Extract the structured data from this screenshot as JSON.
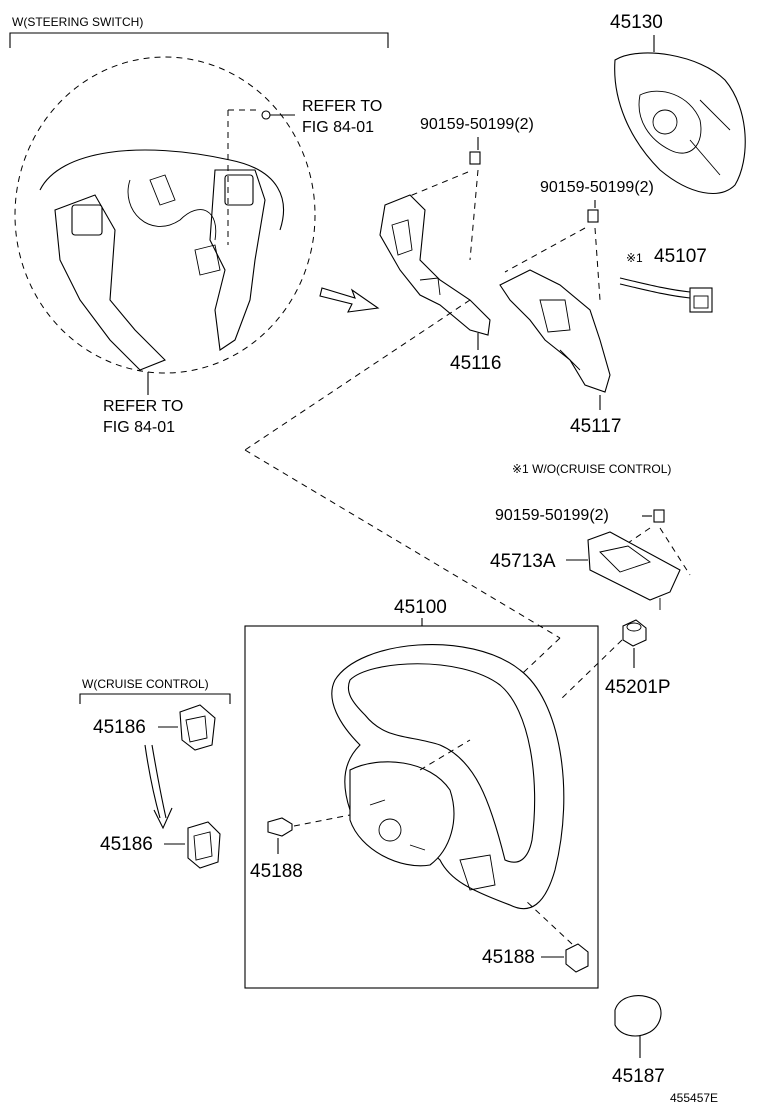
{
  "labels": {
    "steering_switch_header": "W(STEERING SWITCH)",
    "refer_top_1": "REFER TO",
    "refer_top_2": "FIG 84-01",
    "refer_bottom_1": "REFER TO",
    "refer_bottom_2": "FIG 84-01",
    "cruise_header": "W(CRUISE CONTROL)",
    "wo_cruise_note": "※1 W/O(CRUISE CONTROL)",
    "note_mark": "※1",
    "figure_id": "455457E"
  },
  "parts": {
    "p45130": "45130",
    "screw_a": "90159-50199(2)",
    "screw_b": "90159-50199(2)",
    "screw_c": "90159-50199(2)",
    "p45107": "45107",
    "p45116": "45116",
    "p45117": "45117",
    "p45713a": "45713A",
    "p45100": "45100",
    "p45201p": "45201P",
    "p45186_upper": "45186",
    "p45186_lower": "45186",
    "p45188_left": "45188",
    "p45188_right": "45188",
    "p45187": "45187"
  }
}
